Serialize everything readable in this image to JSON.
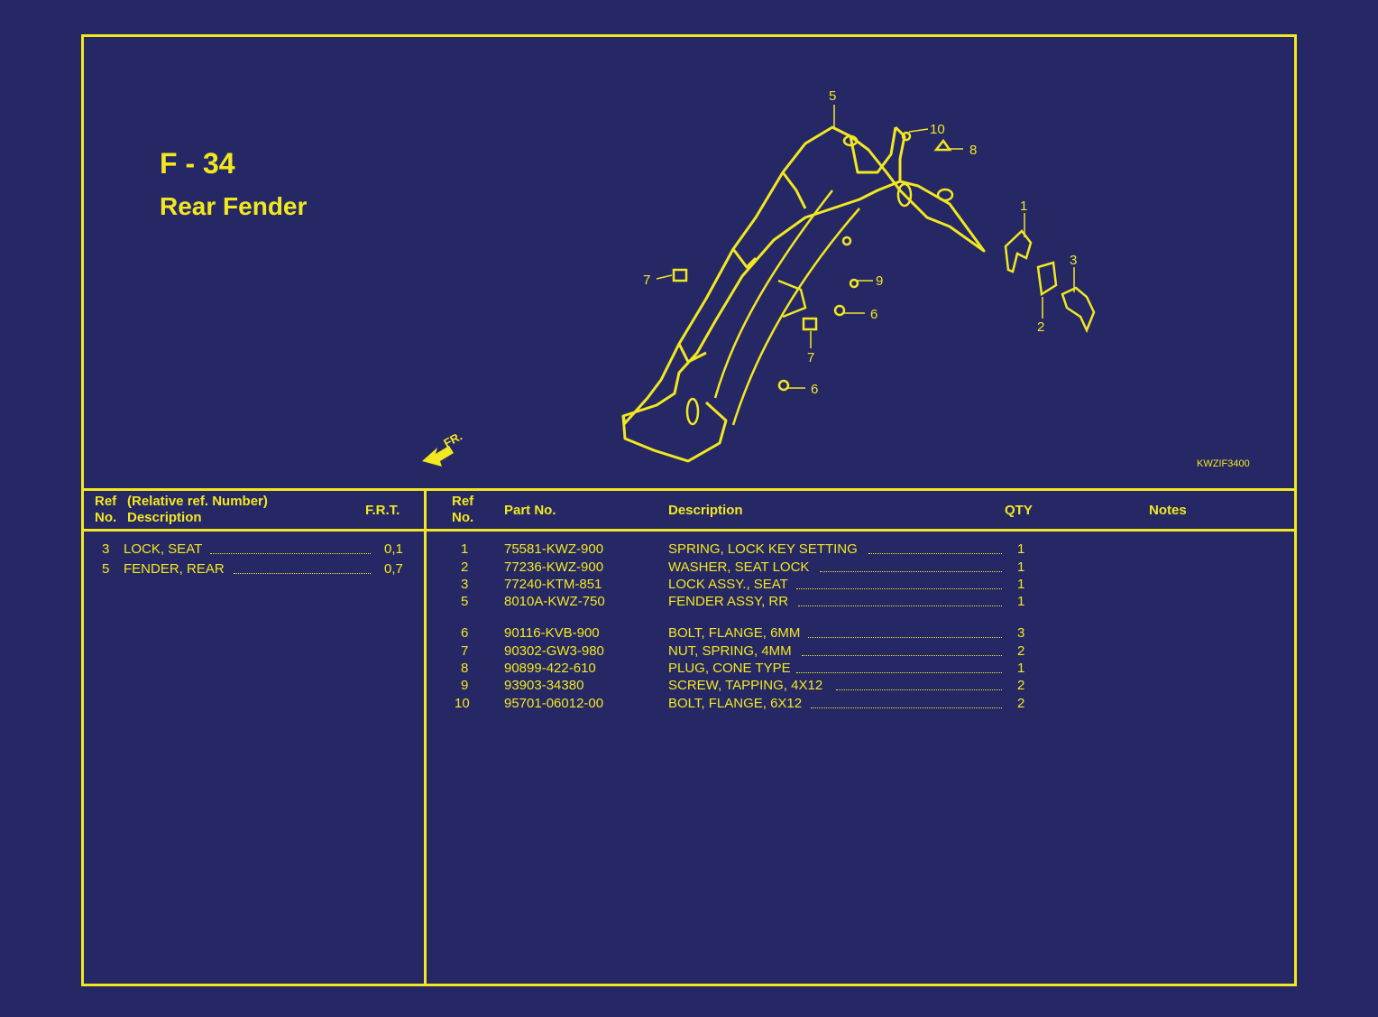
{
  "page": {
    "code": "F - 34",
    "title": "Rear Fender",
    "diagram_code": "KWZIF3400",
    "front_label": "FR."
  },
  "callouts": [
    "5",
    "10",
    "8",
    "1",
    "3",
    "2",
    "7",
    "9",
    "6",
    "7",
    "6"
  ],
  "left_table": {
    "headers": {
      "ref": "Ref",
      "no": "No.",
      "relative": "(Relative ref. Number)",
      "description": "Description",
      "frt": "F.R.T."
    },
    "rows": [
      {
        "ref": "3",
        "description": "LOCK, SEAT",
        "frt": "0,1"
      },
      {
        "ref": "5",
        "description": "FENDER, REAR",
        "frt": "0,7"
      }
    ]
  },
  "right_table": {
    "headers": {
      "ref": "Ref",
      "no": "No.",
      "part_no": "Part No.",
      "description": "Description",
      "qty": "QTY",
      "notes": "Notes"
    },
    "rows": [
      {
        "ref": "1",
        "part_no": "75581-KWZ-900",
        "description": "SPRING, LOCK KEY SETTING",
        "qty": "1"
      },
      {
        "ref": "2",
        "part_no": "77236-KWZ-900",
        "description": "WASHER, SEAT LOCK",
        "qty": "1"
      },
      {
        "ref": "3",
        "part_no": "77240-KTM-851",
        "description": "LOCK ASSY., SEAT",
        "qty": "1"
      },
      {
        "ref": "5",
        "part_no": "8010A-KWZ-750",
        "description": "FENDER ASSY, RR",
        "qty": "1"
      },
      {
        "ref": "6",
        "part_no": "90116-KVB-900",
        "description": "BOLT, FLANGE, 6MM",
        "qty": "3"
      },
      {
        "ref": "7",
        "part_no": "90302-GW3-980",
        "description": "NUT, SPRING, 4MM",
        "qty": "2"
      },
      {
        "ref": "8",
        "part_no": "90899-422-610",
        "description": "PLUG, CONE TYPE",
        "qty": "1"
      },
      {
        "ref": "9",
        "part_no": "93903-34380",
        "description": "SCREW, TAPPING, 4X12",
        "qty": "2"
      },
      {
        "ref": "10",
        "part_no": "95701-06012-00",
        "description": "BOLT, FLANGE, 6X12",
        "qty": "2"
      }
    ]
  }
}
